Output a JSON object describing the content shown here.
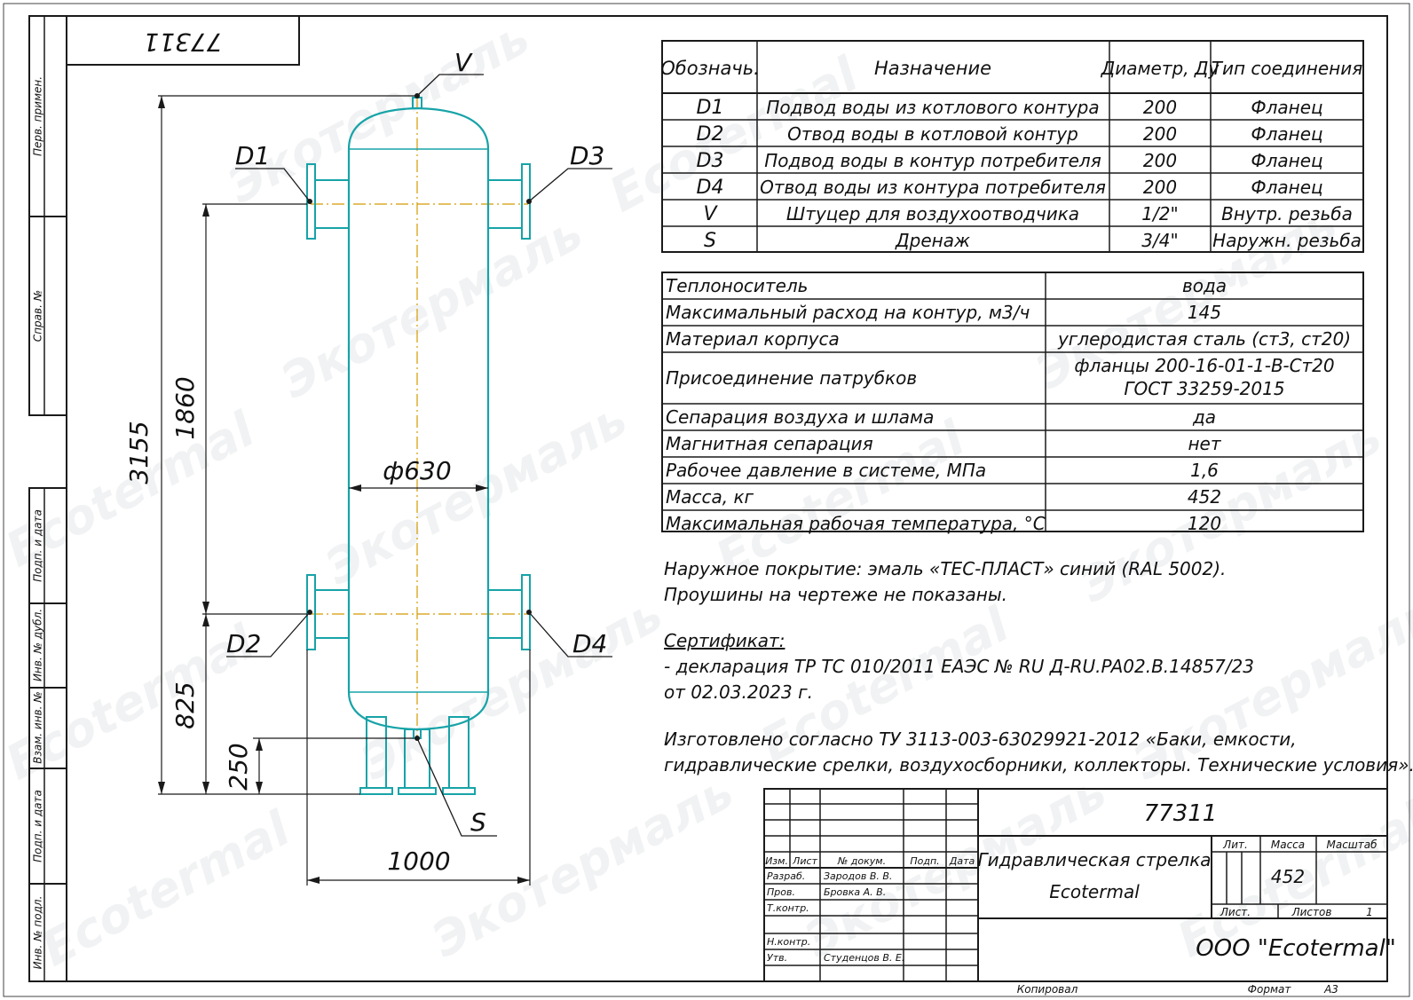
{
  "drawing_number": "77311",
  "drawing_number_rotated": "77311",
  "side_labels": [
    "Перв. примен.",
    "Справ. №",
    "Подп. и дата",
    "Инв. № дубл.",
    "Взам. инв. №",
    "Подп. и дата",
    "Инв. № подл."
  ],
  "markers": {
    "v": "V",
    "d1": "D1",
    "d2": "D2",
    "d3": "D3",
    "d4": "D4",
    "s": "S"
  },
  "dimensions": {
    "total_height": "3155",
    "between_nozzles": "1860",
    "lower_nozzle": "825",
    "drain": "250",
    "diameter": "ф630",
    "width": "1000"
  },
  "connections_table": {
    "headers": [
      "Обозначь.",
      "Назначение",
      "Диаметр, Ду",
      "Тип соединения"
    ],
    "rows": [
      [
        "D1",
        "Подвод воды из котлового контура",
        "200",
        "Фланец"
      ],
      [
        "D2",
        "Отвод воды в котловой контур",
        "200",
        "Фланец"
      ],
      [
        "D3",
        "Подвод воды в контур потребителя",
        "200",
        "Фланец"
      ],
      [
        "D4",
        "Отвод воды из контура потребителя",
        "200",
        "Фланец"
      ],
      [
        "V",
        "Штуцер для воздухоотводчика",
        "1/2\"",
        "Внутр. резьба"
      ],
      [
        "S",
        "Дренаж",
        "3/4\"",
        "Наружн. резьба"
      ]
    ]
  },
  "specs_table": [
    [
      "Теплоноситель",
      "вода"
    ],
    [
      "Максимальный расход на контур, м3/ч",
      "145"
    ],
    [
      "Материал корпуса",
      "углеродистая сталь (ст3, ст20)"
    ],
    [
      "Присоединение патрубков",
      "фланцы 200-16-01-1-B-Ст20",
      "ГОСТ 33259-2015"
    ],
    [
      "Сепарация воздуха и шлама",
      "да"
    ],
    [
      "Магнитная сепарация",
      "нет"
    ],
    [
      "Рабочее давление в системе, МПа",
      "1,6"
    ],
    [
      "Масса, кг",
      "452"
    ],
    [
      "Максимальная рабочая температура, °С",
      "120"
    ]
  ],
  "notes": {
    "coating": "Наружное покрытие: эмаль «ТЕС-ПЛАСТ» синий (RAL 5002).",
    "lugs": "Проушины на чертеже не показаны.",
    "cert_title": "Сертификат:",
    "cert_line1": "- декларация ТР ТС 010/2011 ЕАЭС № RU Д-RU.PA02.B.14857/23",
    "cert_line2": "от 02.03.2023 г.",
    "made1": "Изготовлено согласно ТУ 3113-003-63029921-2012 «Баки, емкости,",
    "made2": "гидравлические срелки, воздухосборники, коллекторы. Технические условия»."
  },
  "title_block": {
    "col_headers": [
      "Изм.",
      "Лист",
      "№ докум.",
      "Подп.",
      "Дата"
    ],
    "roles": [
      [
        "Разраб.",
        "Зародов В. В."
      ],
      [
        "Пров.",
        "Бровка А. В."
      ],
      [
        "Т.контр.",
        ""
      ],
      [
        "",
        ""
      ],
      [
        "Н.контр.",
        ""
      ],
      [
        "Утв.",
        "Студенцов В. Е."
      ]
    ],
    "name_line1": "Гидравлическая стрелка",
    "name_line2": "Ecotermal",
    "lit": "Лит.",
    "massa": "Масса",
    "mashtab": "Масштаб",
    "mass_value": "452",
    "list": "Лист.",
    "listov": "Листов",
    "listov_value": "1",
    "company": "ООО \"Ecotermal\"",
    "kopiroval": "Копировал",
    "format": "Формат",
    "format_value": "А3"
  },
  "watermarks": {
    "ru": "Экотермаль",
    "en": "Ecotermal"
  },
  "colors": {
    "vessel": "#17a3a8",
    "axis": "#d49a00",
    "line": "#1a1a1a"
  }
}
